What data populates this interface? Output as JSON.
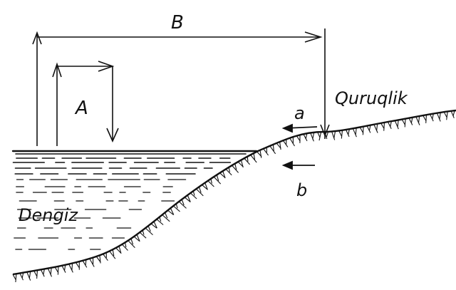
{
  "labels": {
    "A": "A",
    "B": "B",
    "a": "a",
    "b": "b",
    "land": "Quruqlik",
    "sea": "Dengiz"
  },
  "colors": {
    "ink": "#111111",
    "background": "#ffffff"
  }
}
